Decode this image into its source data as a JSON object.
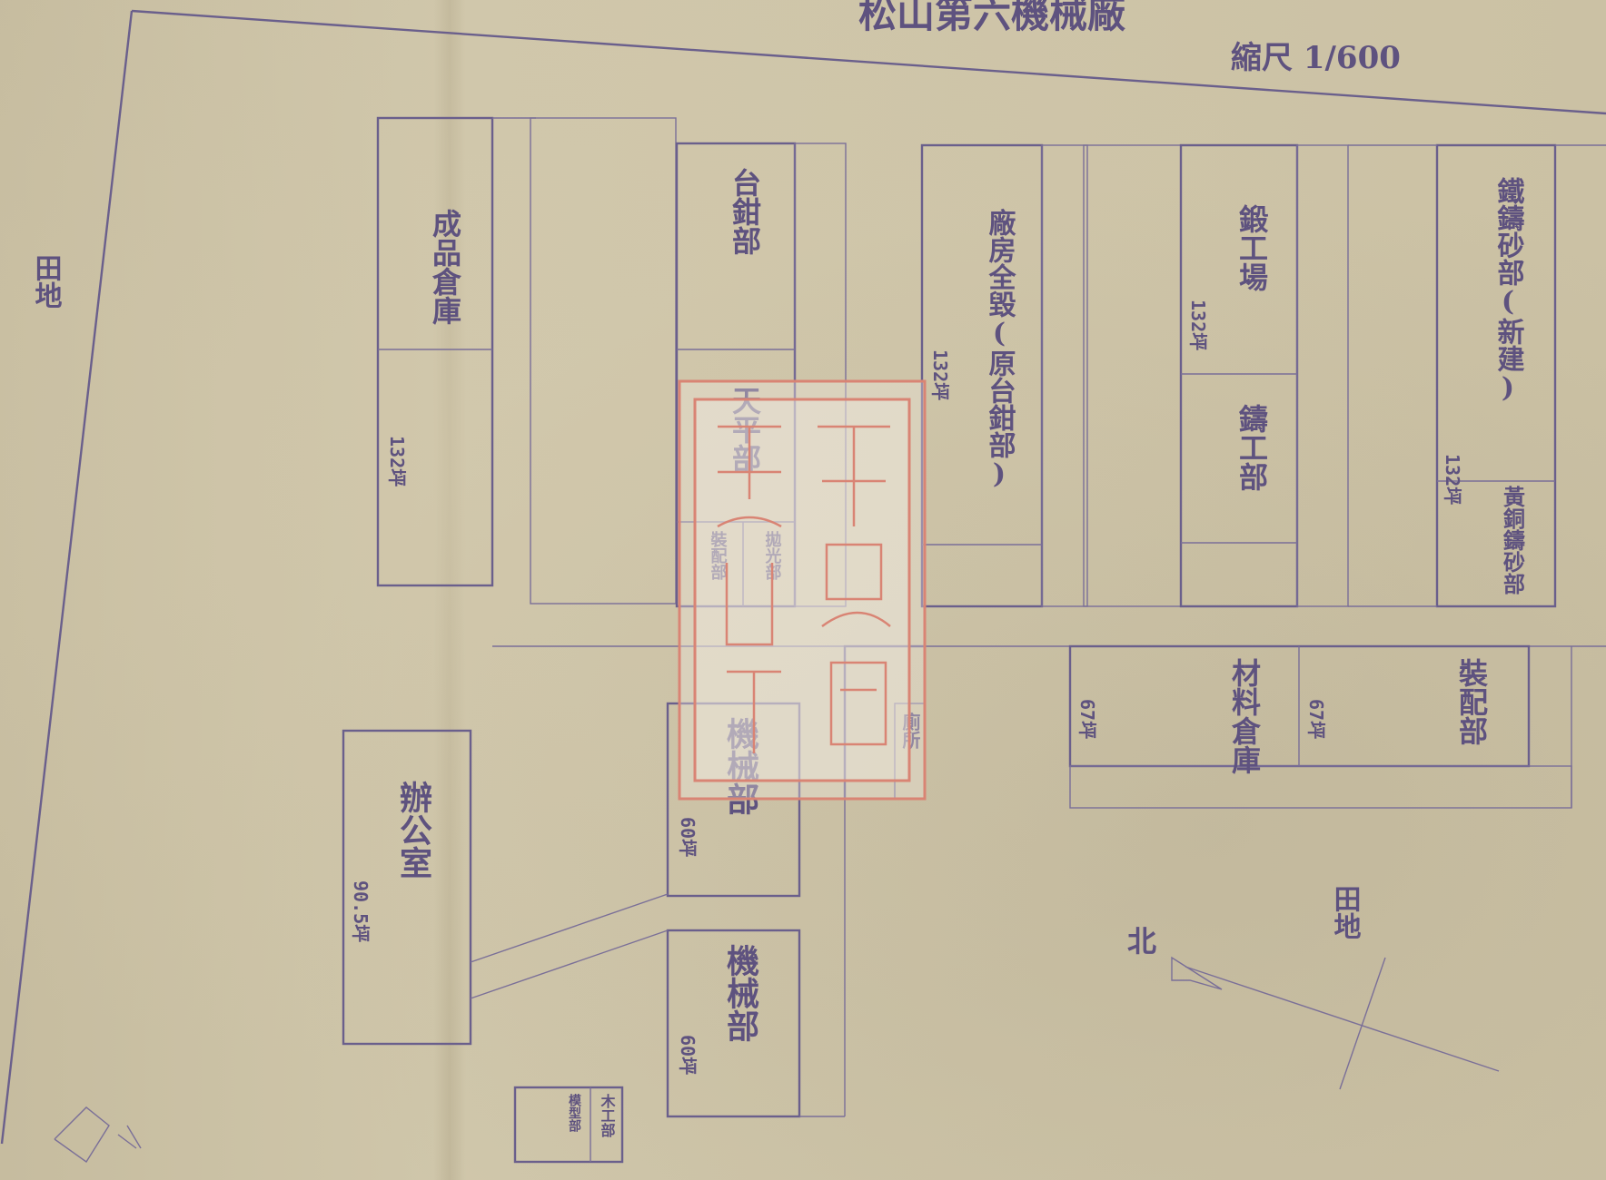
{
  "title": "松山第六機械廠",
  "scale": "縮尺 1/600",
  "north": "北",
  "land": [
    "田地",
    "田地"
  ],
  "buildings": [
    {
      "id": "finished-goods",
      "name": "成品倉庫",
      "area": "132坪"
    },
    {
      "id": "bench-dept",
      "name": "台鉗部",
      "area": ""
    },
    {
      "id": "balance-dept",
      "name": "天平部",
      "area": ""
    },
    {
      "id": "polish-dept",
      "name": "拋光部",
      "area": ""
    },
    {
      "id": "assembly-dept",
      "name": "裝配部",
      "area": ""
    },
    {
      "id": "metal-plant",
      "name": "廠房全毀(原台鉗部)",
      "area": "132坪"
    },
    {
      "id": "forge-yard",
      "name": "鍛工場",
      "area": "132坪"
    },
    {
      "id": "casting-dept",
      "name": "鑄工部",
      "area": ""
    },
    {
      "id": "iron-casting",
      "name": "鐵鑄砂部(新建)",
      "area": "132坪"
    },
    {
      "id": "brass-casting",
      "name": "黃銅鑄砂部",
      "area": ""
    },
    {
      "id": "assembly-dept-2",
      "name": "裝配部",
      "area": "67坪"
    },
    {
      "id": "material-storage",
      "name": "材料倉庫",
      "area": "67坪"
    },
    {
      "id": "toilet",
      "name": "廁所",
      "area": ""
    },
    {
      "id": "machinery-1",
      "name": "機械部",
      "area": "60坪"
    },
    {
      "id": "machinery-2",
      "name": "機械部",
      "area": "60坪"
    },
    {
      "id": "office",
      "name": "辦公室",
      "area": "90.5坪"
    },
    {
      "id": "carpentry",
      "name": "木工部",
      "area": ""
    },
    {
      "id": "pattern-dept",
      "name": "模型部",
      "area": ""
    }
  ],
  "colors": {
    "ink": "#6a5f8c",
    "stamp": "#d98474",
    "paper": "#cdc3a6"
  }
}
